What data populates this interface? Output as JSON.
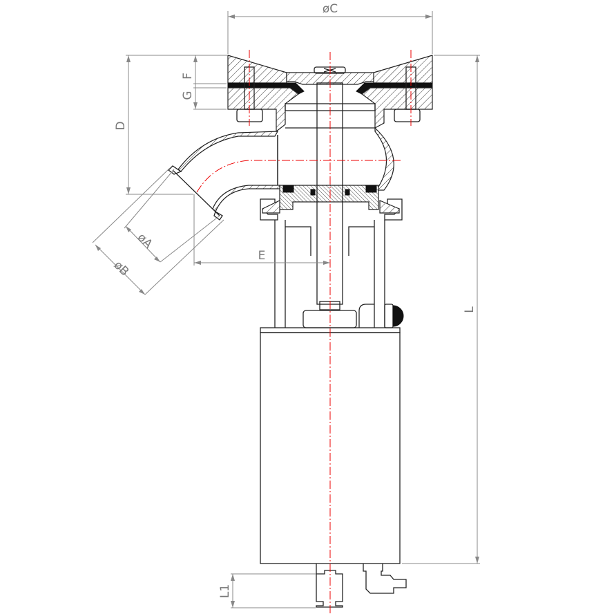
{
  "drawing": {
    "dimension_labels": {
      "dia_c": "øC",
      "f": "F",
      "g": "G",
      "d": "D",
      "dia_a": "øA",
      "dia_b": "øB",
      "e": "E",
      "l": "L",
      "l1": "L1"
    },
    "colors": {
      "outline": "#222222",
      "dimension": "#888888",
      "centerline": "#ee0000"
    }
  }
}
